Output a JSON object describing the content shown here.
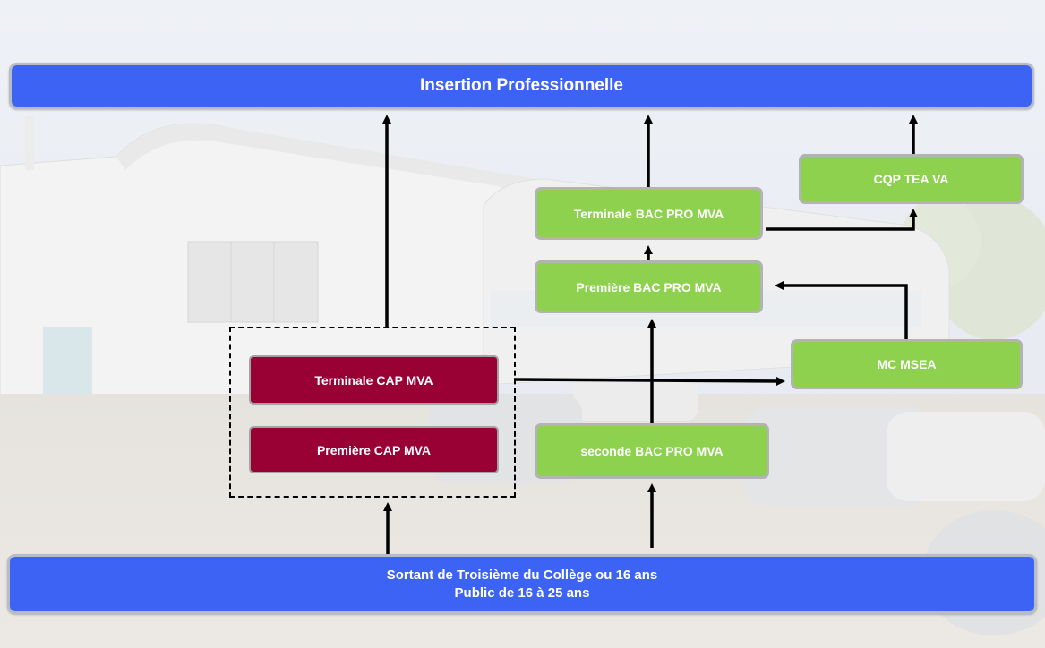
{
  "diagram": {
    "top_box": {
      "label": "Insertion Professionnelle"
    },
    "bottom_box": {
      "line1": "Sortant de Troisième du Collège ou 16 ans",
      "line2": "Public de 16 à 25 ans"
    },
    "cap": {
      "terminale": "Terminale CAP MVA",
      "premiere": "Première CAP MVA"
    },
    "bac_pro": {
      "terminale": "Terminale BAC PRO MVA",
      "premiere": "Première BAC PRO MVA",
      "seconde": "seconde BAC PRO MVA"
    },
    "cqp": "CQP TEA VA",
    "mc": "MC MSEA"
  },
  "colors": {
    "blue_box": "#3d63f5",
    "green_box": "#8ed14f",
    "maroon_box": "#990033",
    "arrow": "#000000"
  }
}
